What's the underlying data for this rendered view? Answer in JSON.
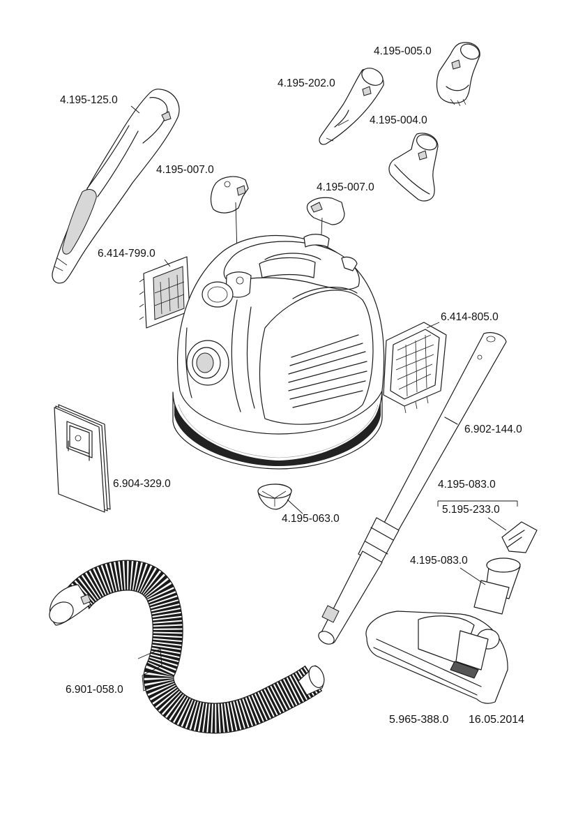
{
  "parts": {
    "handle": "4.195-125.0",
    "tube_adapter": "4.195-202.0",
    "upholstery_nozzle": "4.195-005.0",
    "crevice_nozzle": "4.195-004.0",
    "cover_left": "4.195-007.0",
    "cover_top": "4.195-007.0",
    "motor_filter": "6.414-799.0",
    "exhaust_filter": "6.414-805.0",
    "suction_tube": "6.902-144.0",
    "filter_bags": "6.904-329.0",
    "float": "4.195-063.0",
    "floor_nozzle_clip_a": "4.195-083.0",
    "floor_nozzle_clip_b": "5.195-233.0",
    "floor_nozzle_joint": "4.195-083.0",
    "hose": "6.901-058.0"
  },
  "footer": {
    "drawing_number": "5.965-388.0",
    "date": "16.05.2014"
  }
}
